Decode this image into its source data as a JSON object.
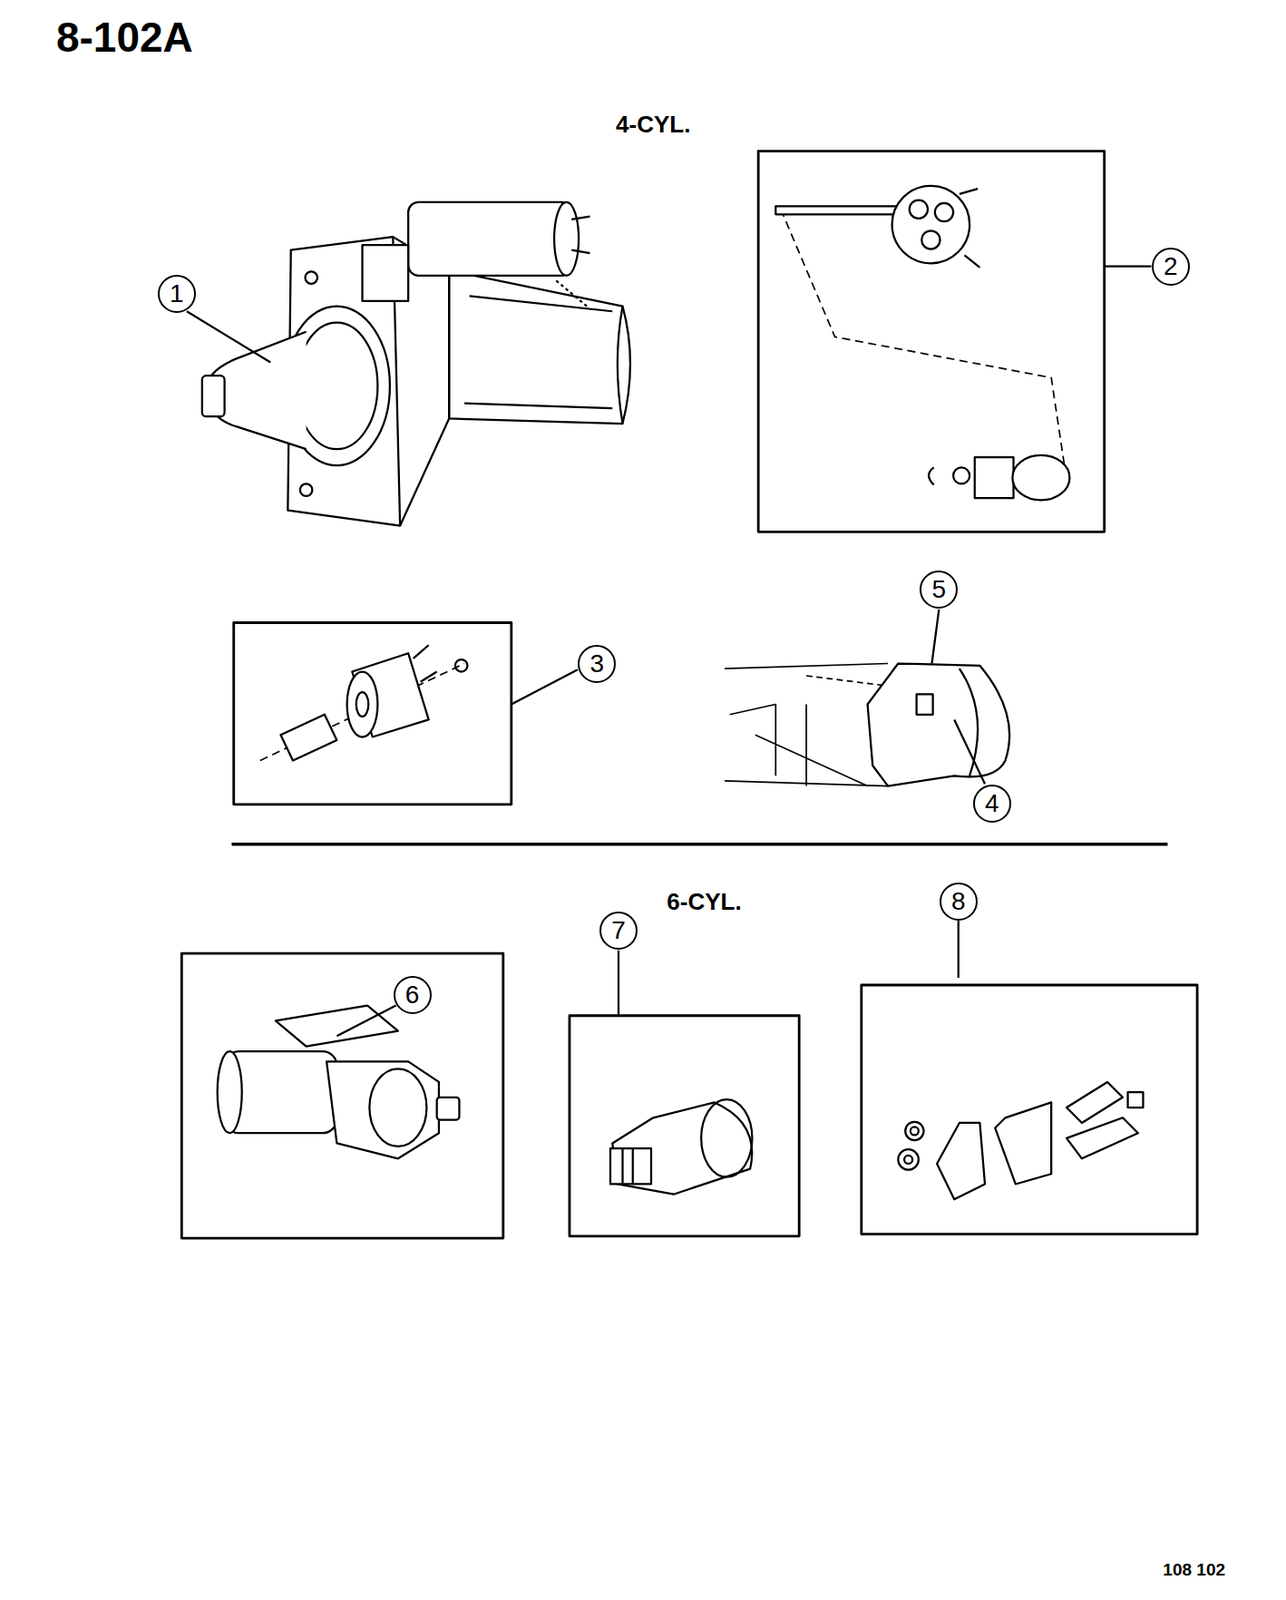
{
  "diagram": {
    "title": "8-102A",
    "nodes": [
      {
        "text": [
          "1"
        ]
      },
      {
        "text": [
          "2"
        ]
      },
      {
        "text": [
          "3"
        ]
      },
      {
        "text": [
          "5"
        ]
      },
      {
        "text": [
          "4"
        ]
      },
      {
        "text": [
          "6"
        ]
      },
      {
        "text": [
          "7"
        ]
      },
      {
        "text": [
          "8"
        ]
      }
    ],
    "labels": [
      "4-CYL.",
      "6-CYL.",
      "108 102"
    ]
  }
}
